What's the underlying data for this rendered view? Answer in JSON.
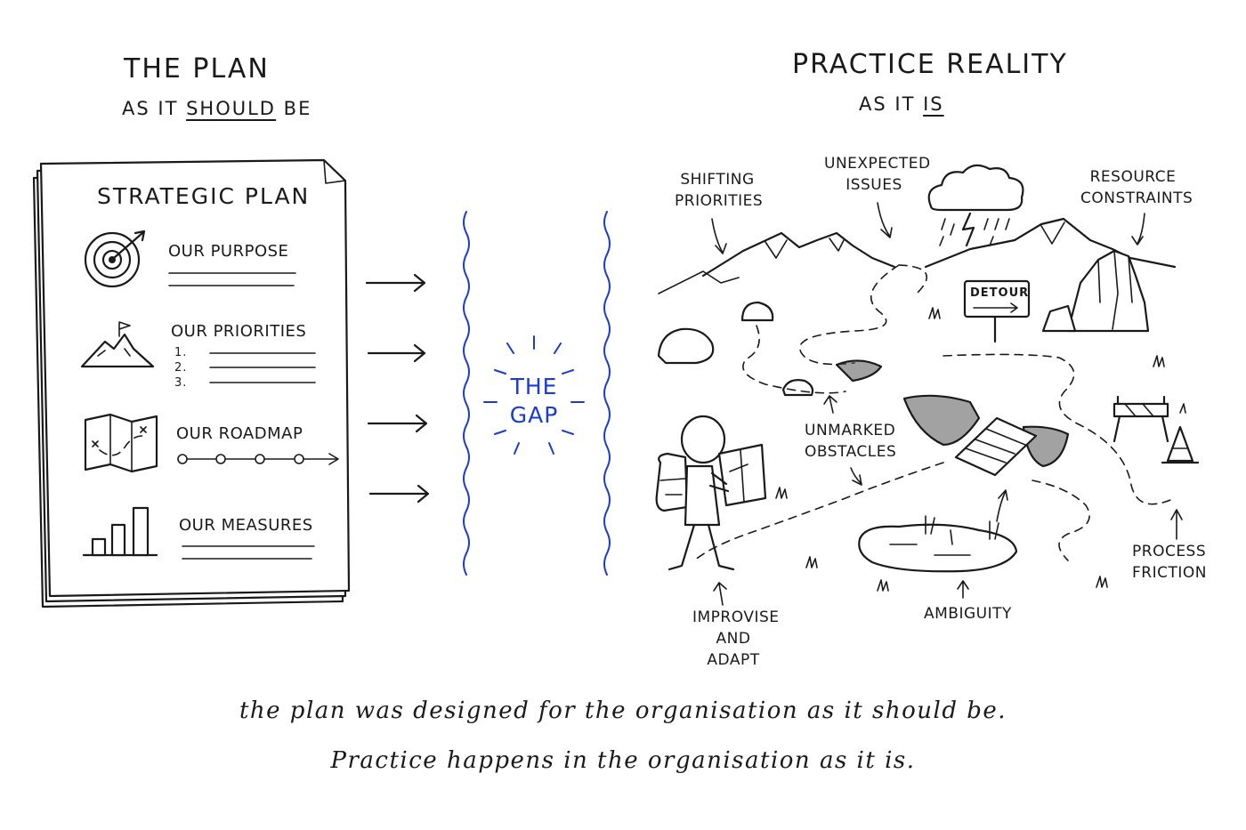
{
  "plan": {
    "title": "THE PLAN",
    "subtitle_pre": "AS IT ",
    "subtitle_emph": "SHOULD",
    "subtitle_post": " BE",
    "document": {
      "heading": "STRATEGIC PLAN",
      "sections": [
        {
          "label": "OUR PURPOSE",
          "icon": "target-icon"
        },
        {
          "label": "OUR PRIORITIES",
          "icon": "mountain-flag-icon",
          "list": [
            "1.",
            "2.",
            "3."
          ]
        },
        {
          "label": "OUR ROADMAP",
          "icon": "map-icon"
        },
        {
          "label": "OUR MEASURES",
          "icon": "bar-chart-icon"
        }
      ]
    }
  },
  "gap": {
    "label": "THE\nGAP",
    "color": "#1a3ccf"
  },
  "reality": {
    "title": "PRACTICE REALITY",
    "subtitle_pre": "AS IT ",
    "subtitle_emph": "IS",
    "sign": "DETOUR",
    "labels": {
      "shifting": "SHIFTING\nPRIORITIES",
      "unexpected": "UNEXPECTED\nISSUES",
      "resource": "RESOURCE\nCONSTRAINTS",
      "unmarked": "UNMARKED\nOBSTACLES",
      "improvise": "IMPROVISE\nAND ADAPT",
      "ambiguity": "AMBIGUITY",
      "friction": "PROCESS\nFRICTION"
    }
  },
  "caption": {
    "line1": "the plan was designed for the organisation as it should be.",
    "line2": "Practice happens in the organisation as it is."
  }
}
